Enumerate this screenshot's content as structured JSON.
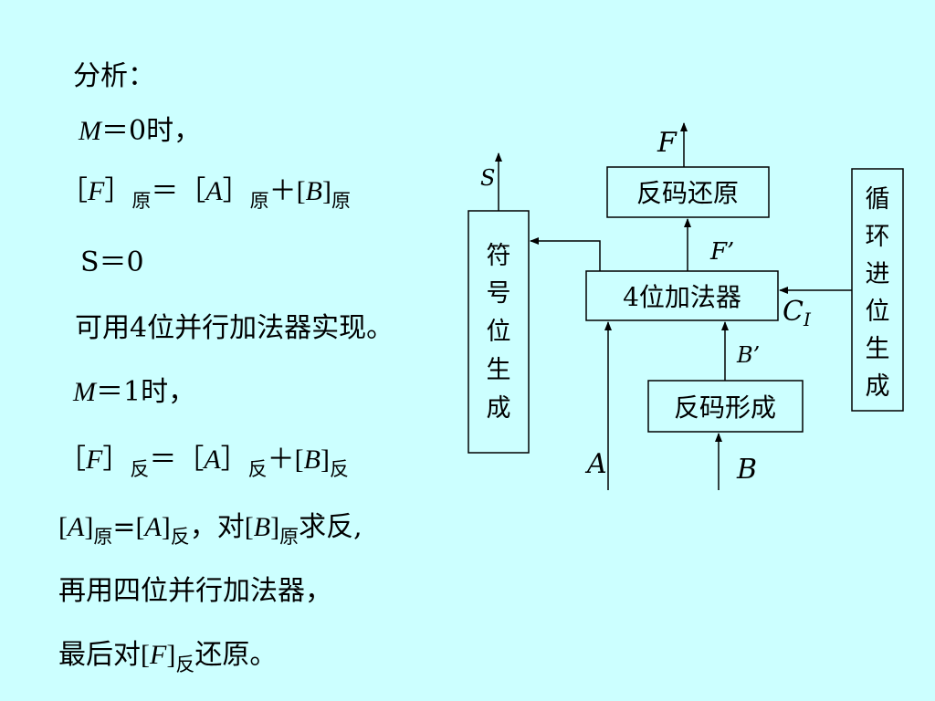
{
  "text": {
    "l1": "分析：",
    "l2": {
      "var": "M",
      "rest": "＝0时，"
    },
    "l3": {
      "lb1": "［",
      "F": "F",
      "rb1": "］",
      "s1": "原",
      "eq": "＝",
      "lb2": "［",
      "A": "A",
      "rb2": "］",
      "s2": "原",
      "plus": "＋",
      "lb3": "[",
      "B": "B",
      "rb3": "]",
      "s3": "原"
    },
    "l4": "S＝0",
    "l5": "可用4位并行加法器实现。",
    "l6": {
      "var": "M",
      "rest": "＝1时，"
    },
    "l7": {
      "lb1": "［",
      "F": "F",
      "rb1": "］",
      "s1": "反",
      "eq": "＝",
      "lb2": "［",
      "A": "A",
      "rb2": "］",
      "s2": "反",
      "plus": "＋",
      "lb3": "[",
      "B": "B",
      "rb3": "]",
      "s3": "反"
    },
    "l8": {
      "lb1": "[",
      "A1": "A",
      "rb1": "]",
      "s1": "原",
      "eq": "=",
      "lb2": "[",
      "A2": "A",
      "rb2": "]",
      "s2": "反",
      "mid": "，对",
      "lb3": "[",
      "B": "B",
      "rb3": "]",
      "s3": "原",
      "end": "求反,"
    },
    "l9": "再用四位并行加法器，",
    "l10": {
      "pre": "最后对",
      "lb": "[",
      "F": "F",
      "rb": "]",
      "s": "反",
      "end": "还原。"
    }
  },
  "diagram": {
    "boxes": {
      "fanma_huanyuan": "反码还原",
      "adder": "4位加法器",
      "fanma_xingcheng": "反码形成",
      "sign_gen": [
        "符",
        "号",
        "位",
        "生",
        "成"
      ],
      "carry_gen": [
        "循",
        "环",
        "进",
        "位",
        "生",
        "成"
      ]
    },
    "labels": {
      "F": "F",
      "F_prime": "F’",
      "S": "S",
      "C": "C",
      "C_sub": "I",
      "B_prime": "B’",
      "A": "A",
      "B": "B"
    }
  }
}
